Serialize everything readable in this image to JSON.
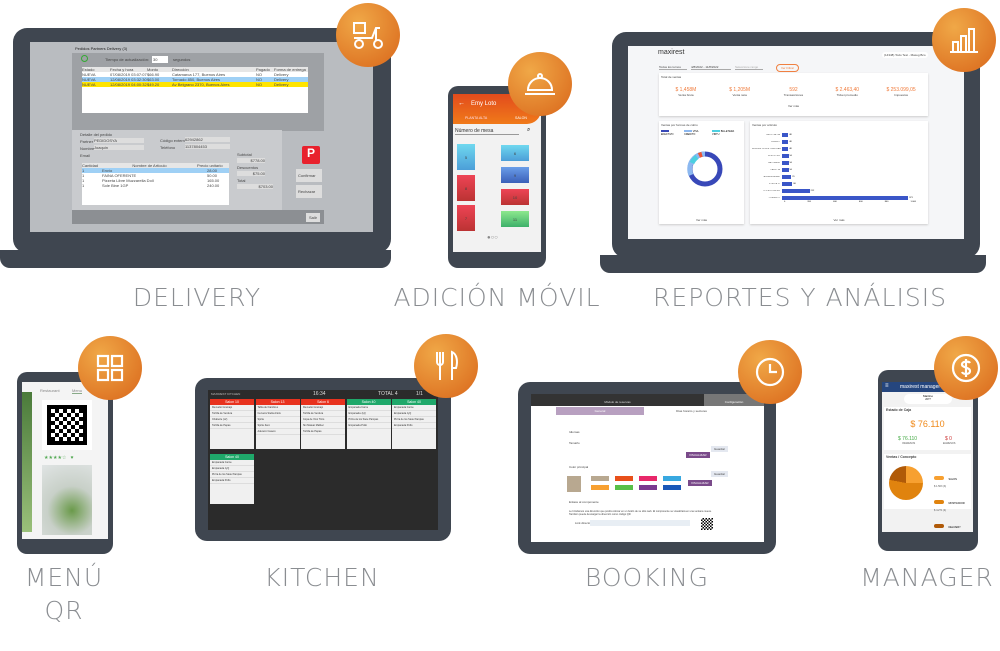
{
  "labels": {
    "delivery": "DELIVERY",
    "adicion": "ADICIÓN MÓVIL",
    "reportes": "REPORTES Y ANÁLISIS",
    "menu_qr_1": "MENÚ",
    "menu_qr_2": "QR",
    "kitchen": "KITCHEN",
    "booking": "BOOKING",
    "manager": "MANAGER"
  },
  "delivery": {
    "title": "Pedidos Partners Delivery (3)",
    "refresh_label": "Tiempo de actualización:",
    "refresh_value": "30",
    "refresh_unit": "segundos",
    "columns": [
      "Estado",
      "Fecha y hora",
      "Monto",
      "Dirección",
      "Pagado",
      "Forma de entrega"
    ],
    "rows": [
      [
        "NUEVA",
        "07/08/2019 03:07:07 PM",
        "$66.90",
        "Catamarca 177, Buenos Aires",
        "NO",
        "Delivery"
      ],
      [
        "NUEVA",
        "12/08/2019 03:32:30 PM",
        "$63.00",
        "Tornado 850, Buenos Aires",
        "NO",
        "Delivery"
      ],
      [
        "NUEVA",
        "12/08/2019 04:00:32 PM",
        "$49.20",
        "Av Belgrano 2370, Buenos Aires",
        "NO",
        "Delivery"
      ]
    ],
    "detail_title": "Detalle del pedido",
    "partner_label": "Partner",
    "partner": "PEDIDOSYA",
    "name_label": "Nombre",
    "name": "Joaquin",
    "email_label": "Email",
    "code_label": "Código externo",
    "code": "62942862",
    "phone_label": "Teléfono",
    "phone": "1137804453",
    "item_cols": [
      "Cantidad",
      "Nombre de Artículo",
      "Precio unitario"
    ],
    "items": [
      [
        "1",
        "Envío",
        "28.00"
      ],
      [
        "1",
        "FAINA OFERENTE",
        "50.00"
      ],
      [
        "1",
        "Pizzeta Libre Muzzarella Doll",
        "165.00"
      ],
      [
        "1",
        "Sole Bine 1GP",
        "240.00"
      ]
    ],
    "subtotal_label": "Subtotal",
    "subtotal": "$778.00",
    "discount_label": "Descuentos",
    "discount": "$75.00",
    "total_label": "Total",
    "total": "$703.00",
    "confirm": "Confirmar",
    "reject": "Rechazar",
    "exit": "Salir"
  },
  "adicion": {
    "user": "Emy Loto",
    "tab1": "PLANTA ALTA",
    "tab2": "SALON",
    "search_placeholder": "Número de mesa",
    "tables": [
      "5",
      "6",
      "8",
      "9",
      "7",
      "10",
      "11"
    ]
  },
  "reportes": {
    "brand": "maxirest",
    "user": "(14348) Todo Test - Maxeg Bco",
    "filter1": "Todos los turnos",
    "dates": "4/8/2022 - 11/8/2022",
    "filter2": "Seleccione rango",
    "apply": "Ver Filtrar",
    "totals_title": "Total de ventas",
    "kpis": [
      {
        "value": "$ 1,458M",
        "label": "Venta bruta"
      },
      {
        "value": "$ 1,205M",
        "label": "Venta neta"
      },
      {
        "value": "592",
        "label": "Transacciones"
      },
      {
        "value": "$ 2.463,40",
        "label": "Ticket promedio"
      },
      {
        "value": "$ 253.099,05",
        "label": "Impuestos"
      }
    ],
    "see_more": "Ver más",
    "pay_title": "Ventas por formas de cobro",
    "legend": [
      "EFECTIVO",
      "VISA CREDITO",
      "BILLETERA VIRTU"
    ],
    "art_title": "Ventas por artículo",
    "bars": [
      {
        "name": "PAPS CALITA",
        "v": 48
      },
      {
        "name": "FERNET",
        "v": 48
      },
      {
        "name": "BURGER DOBLE CHEDDAR",
        "v": 48
      },
      {
        "name": "SPRITE 500",
        "v": 50
      },
      {
        "name": "GATORADE",
        "v": 50
      },
      {
        "name": "CAFETTA",
        "v": 50
      },
      {
        "name": "AGUA MINERAL",
        "v": 70
      },
      {
        "name": "STELLA 1L",
        "v": 80
      },
      {
        "name": "COCA COLA 500",
        "v": 212
      },
      {
        "name": "CUBIERTO",
        "v": 971
      }
    ],
    "bar_ticks": [
      "0",
      "200",
      "400",
      "600",
      "800",
      "1.000"
    ]
  },
  "menu_qr": {
    "tab1": "Restaurant",
    "tab2": "Menu"
  },
  "kitchen": {
    "title": "MAXIREST KITCHEN",
    "time": "16:34",
    "total": "TOTAL 4",
    "page": "1/1",
    "orders": [
      {
        "name": "Salon 10",
        "color": "#e8321e",
        "items": [
          "Revuelto Gramajo",
          "Tortilla de Verdura",
          "Chaberte (x2)",
          "Tortilla de Papas"
        ]
      },
      {
        "name": "Salon 13",
        "color": "#e8321e",
        "items": [
          "Tabla de Fiambres",
          "Cerveza Stella Artois",
          "Sprite",
          "Sprite Zero",
          "Aderezo Casero"
        ]
      },
      {
        "name": "Salon 6",
        "color": "#e8321e",
        "items": [
          "Revuelto Gramajo",
          "Tortilla de Verdura",
          "Copa de Vino Tinto",
          "Sin Matear Malbec",
          "Tortilla de Papas"
        ]
      },
      {
        "name": "Salon 40",
        "color": "#1fa86a",
        "items": [
          "Empanada Carne",
          "Empanada JyQ",
          "Pizza de los Siete Pampas",
          "Empanada Pollo"
        ]
      },
      {
        "name": "Salon 40",
        "color": "#1fa86a",
        "items": [
          "Empanada Carne",
          "Empanada JyQ",
          "Pizza de los Siete Pampas",
          "Empanada Pollo"
        ]
      },
      {
        "name": "Salon 40",
        "color": "#1fa86a",
        "items": [
          "Empanada Carne",
          "Empanada JyQ",
          "Pizza de los Siete Pampas",
          "Empanada Pollo"
        ]
      }
    ]
  },
  "booking": {
    "tab1": "Módulo de reservas",
    "tab2": "Configuración",
    "sub1": "General",
    "sub2": "Días horario y sectores",
    "sections": [
      "Idiomas",
      "Tamaño",
      "Color principal",
      "Enlace al componente"
    ],
    "save": "Guardar",
    "preview": "VISUALIZAR",
    "link_label": "Link directo",
    "enlace_text": "Le brindamos una dirección que podrá colocar en un botón de su sitio web. El componente se visualizará en una ventana nueva. También puede descargar la dirección como código QR."
  },
  "manager": {
    "title": "maxirest manager",
    "local": "Martino",
    "local_sub": "2077",
    "state_title": "Estado de Caja",
    "amount": "$ 76.110",
    "left_amount": "$ 76.110",
    "left_label": "INGRESOS",
    "right_amount": "$ 0",
    "right_label": "EGRESOS",
    "chart_title": "Ventas / Concepto",
    "legend": [
      {
        "name": "SALON",
        "v": "$ 1.563 (3)"
      },
      {
        "name": "MOSTRADOR",
        "v": "$ 4.271 (4)"
      },
      {
        "name": "DELIVERY",
        "v": "$ 2.135 (2)"
      }
    ]
  }
}
